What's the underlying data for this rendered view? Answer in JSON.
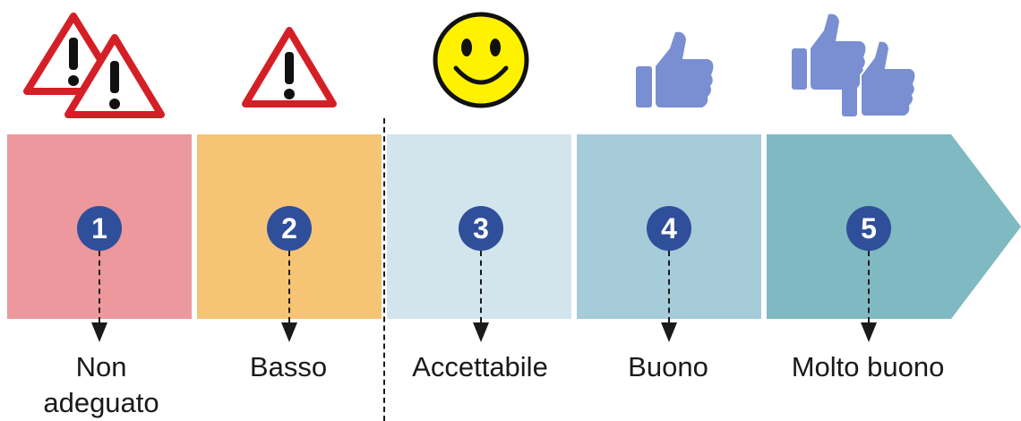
{
  "scale": {
    "levels": [
      {
        "number": "1",
        "label": "Non adeguato",
        "color": "#ec989c",
        "icon": "double-warning-icon"
      },
      {
        "number": "2",
        "label": "Basso",
        "color": "#f5c475",
        "icon": "warning-icon"
      },
      {
        "number": "3",
        "label": "Accettabile",
        "color": "#d3e5ec",
        "icon": "smiley-icon"
      },
      {
        "number": "4",
        "label": "Buono",
        "color": "#a6ccda",
        "icon": "thumbs-up-icon"
      },
      {
        "number": "5",
        "label": "Molto buono",
        "color": "#7fb9c1",
        "icon": "double-thumbs-up-icon"
      }
    ],
    "badge_color": "#2f4f9a"
  }
}
